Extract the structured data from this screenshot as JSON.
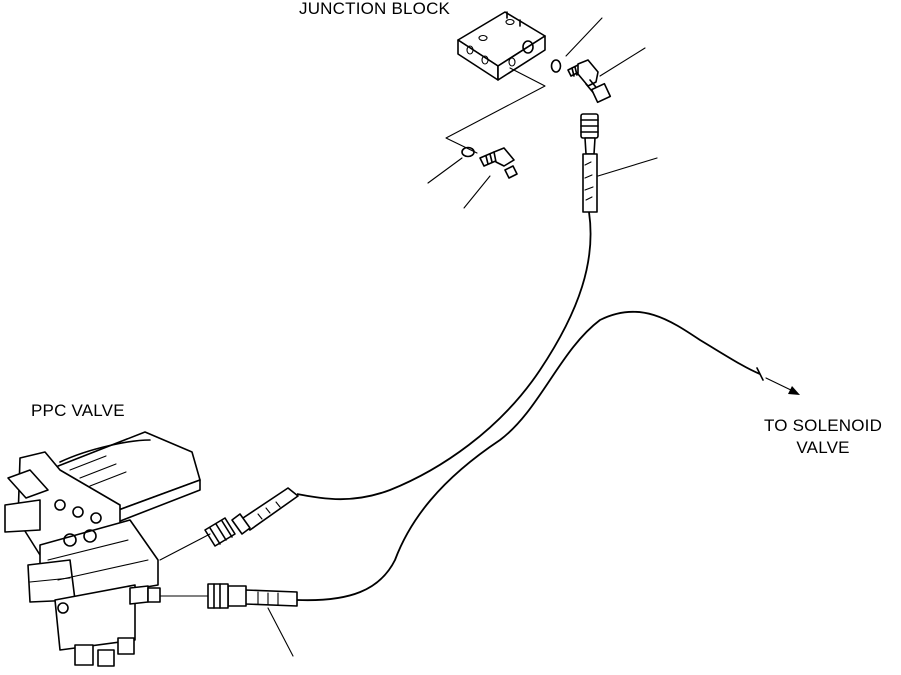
{
  "labels": {
    "junction_block": "JUNCTION BLOCK",
    "ppc_valve": "PPC VALVE",
    "to_solenoid_line1": "TO SOLENOID",
    "to_solenoid_line2": "VALVE"
  }
}
